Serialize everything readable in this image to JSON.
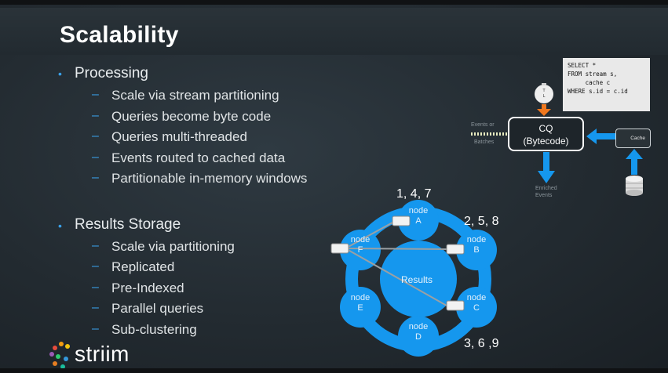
{
  "slide": {
    "title": "Scalability",
    "processing": {
      "heading": "Processing",
      "items": [
        "Scale via stream partitioning",
        "Queries become byte code",
        "Queries multi-threaded",
        "Events routed to cached data",
        "Partitionable in-memory windows"
      ]
    },
    "storage": {
      "heading": "Results Storage",
      "items": [
        "Scale via partitioning",
        "Replicated",
        "Pre-Indexed",
        "Parallel queries",
        "Sub-clustering"
      ]
    }
  },
  "diagram": {
    "sql_lines": [
      "SELECT *",
      "FROM stream s,",
      "     cache c",
      "WHERE s.id = c.id"
    ],
    "events_label_1": "Events or",
    "events_label_2": "Batches",
    "cq_label": "CQ",
    "cq_sub": "(Bytecode)",
    "cache_label": "Cache",
    "enriched_1": "Enriched",
    "enriched_2": "Events",
    "results_label": "Results",
    "nodes": [
      {
        "l1": "node",
        "l2": "A"
      },
      {
        "l1": "node",
        "l2": "B"
      },
      {
        "l1": "node",
        "l2": "C"
      },
      {
        "l1": "node",
        "l2": "D"
      },
      {
        "l1": "node",
        "l2": "E"
      },
      {
        "l1": "node",
        "l2": "F"
      }
    ],
    "groups": [
      "1, 4, 7",
      "2, 5, 8",
      "3, 6 ,9"
    ]
  },
  "logo": {
    "text": "striim"
  },
  "colors": {
    "accent": "#3aa0e8",
    "node": "#1597ee",
    "arrow_orange": "#f0781e"
  }
}
